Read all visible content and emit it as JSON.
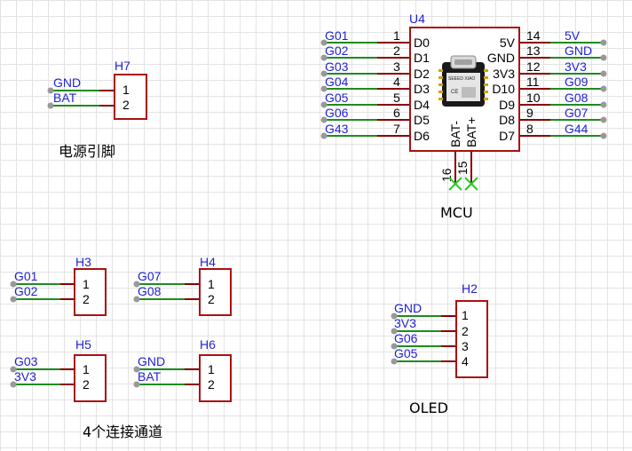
{
  "mcu": {
    "ref": "U4",
    "caption": "MCU",
    "left_nets": [
      "G01",
      "G02",
      "G03",
      "G04",
      "G05",
      "G06",
      "G43"
    ],
    "left_nums": [
      "1",
      "2",
      "3",
      "4",
      "5",
      "6",
      "7"
    ],
    "left_names": [
      "D0",
      "D1",
      "D2",
      "D3",
      "D4",
      "D5",
      "D6"
    ],
    "right_nets": [
      "5V",
      "GND",
      "3V3",
      "G09",
      "G08",
      "G07",
      "G44"
    ],
    "right_nums": [
      "14",
      "13",
      "12",
      "11",
      "10",
      "9",
      "8"
    ],
    "right_names": [
      "5V",
      "GND",
      "3V3",
      "D10",
      "D9",
      "D8",
      "D7"
    ],
    "bottom_names": [
      "BAT-",
      "BAT+"
    ],
    "bottom_nums": [
      "16",
      "15"
    ],
    "module_text": [
      "SEEED XIAO",
      "CE"
    ]
  },
  "h7": {
    "ref": "H7",
    "nets": [
      "GND",
      "BAT"
    ],
    "pins": [
      "1",
      "2"
    ],
    "caption": "电源引脚"
  },
  "h3": {
    "ref": "H3",
    "nets": [
      "G01",
      "G02"
    ],
    "pins": [
      "1",
      "2"
    ]
  },
  "h4": {
    "ref": "H4",
    "nets": [
      "G07",
      "G08"
    ],
    "pins": [
      "1",
      "2"
    ]
  },
  "h5": {
    "ref": "H5",
    "nets": [
      "G03",
      "3V3"
    ],
    "pins": [
      "1",
      "2"
    ]
  },
  "h6": {
    "ref": "H6",
    "nets": [
      "GND",
      "BAT"
    ],
    "pins": [
      "1",
      "2"
    ]
  },
  "channels_caption": "4个连接通道",
  "h2": {
    "ref": "H2",
    "nets": [
      "GND",
      "3V3",
      "G06",
      "G05"
    ],
    "pins": [
      "1",
      "2",
      "3",
      "4"
    ],
    "caption": "OLED"
  },
  "colors": {
    "wire": "#1e8c1e",
    "body": "#aa1111",
    "net_label": "#1f1fd6",
    "grid": "#e3e3e3"
  }
}
